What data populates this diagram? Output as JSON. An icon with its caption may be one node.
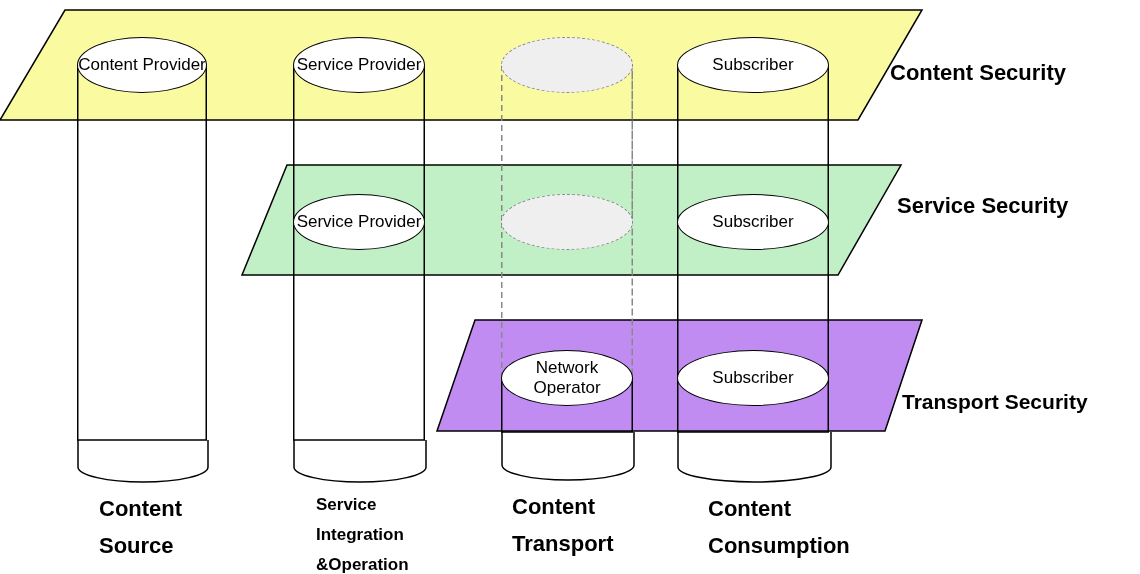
{
  "diagram": {
    "nodes": [
      {
        "text": [
          "Content Security"
        ]
      },
      {
        "text": [
          "Content Provider"
        ],
        "in": 0
      },
      {
        "text": [
          "Service Provider"
        ],
        "in": 0
      },
      {
        "text": [],
        "shape": "ellipse",
        "in": 0
      },
      {
        "text": [
          "Subscriber"
        ],
        "in": 0
      },
      {
        "text": [
          "Service Security"
        ]
      },
      {
        "text": [
          "Service Provider"
        ],
        "in": 5
      },
      {
        "text": [],
        "shape": "ellipse",
        "in": 5
      },
      {
        "text": [
          "Subscriber"
        ],
        "in": 5
      },
      {
        "text": [
          "Transport Security"
        ]
      },
      {
        "text": [
          "Network Operator"
        ],
        "in": 9
      },
      {
        "text": [
          "Subscriber"
        ],
        "in": 9
      },
      {
        "text": [
          "Content Source"
        ]
      },
      {
        "text": [
          "Service Integration &Operation"
        ]
      },
      {
        "text": [
          "Content Transport"
        ]
      },
      {
        "text": [
          "Content Consumption"
        ]
      }
    ],
    "edges": [
      {
        "from": 2,
        "to": 6,
        "arrow": "none"
      },
      {
        "from": 3,
        "to": 7,
        "arrow": "none",
        "style": "dashed",
        "color": "#888888"
      },
      {
        "from": 7,
        "to": 10,
        "arrow": "none",
        "style": "dashed",
        "color": "#888888"
      },
      {
        "from": 4,
        "to": 8,
        "arrow": "none"
      },
      {
        "from": 8,
        "to": 11,
        "arrow": "none"
      },
      {
        "from": 1,
        "to": 12,
        "arrow": "none"
      },
      {
        "from": 6,
        "to": 13,
        "arrow": "none"
      },
      {
        "from": 10,
        "to": 14,
        "arrow": "none"
      },
      {
        "from": 11,
        "to": 15,
        "arrow": "none"
      }
    ]
  }
}
